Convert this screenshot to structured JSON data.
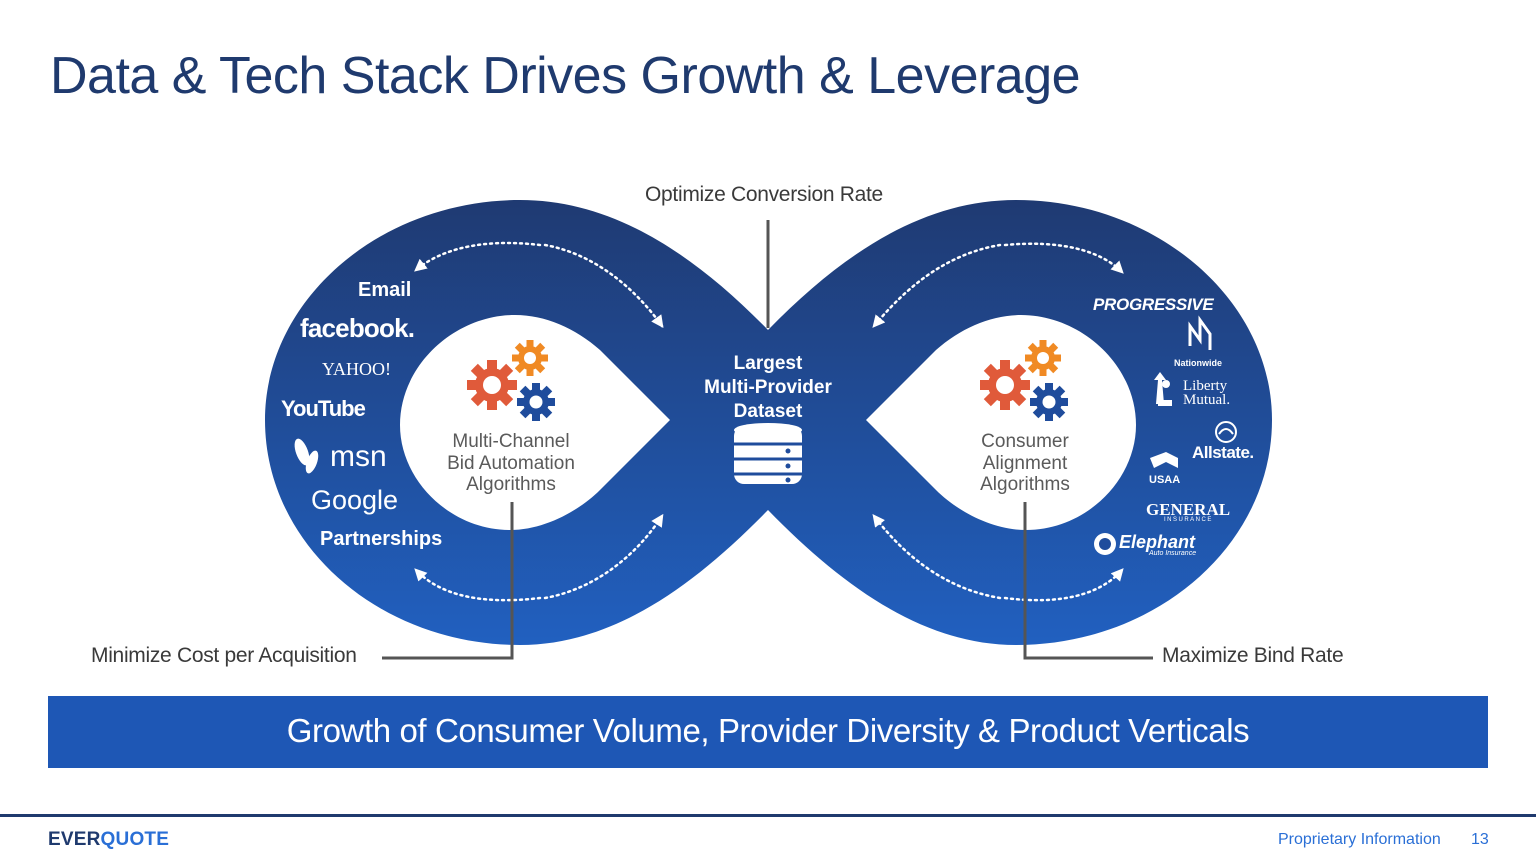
{
  "title": "Data & Tech Stack Drives Growth & Leverage",
  "labels": {
    "top": "Optimize Conversion Rate",
    "bottom_left": "Minimize Cost per Acquisition",
    "bottom_right": "Maximize Bind Rate"
  },
  "center": {
    "title_lines": [
      "Largest",
      "Multi-Provider",
      "Dataset"
    ],
    "icon": "database-icon"
  },
  "left_loop": {
    "algorithm_lines": [
      "Multi-Channel",
      "Bid Automation",
      "Algorithms"
    ],
    "icon": "gears-icon",
    "channels": [
      "Email",
      "facebook.",
      "YAHOO!",
      "YouTube",
      "msn",
      "Google",
      "Partnerships"
    ]
  },
  "right_loop": {
    "algorithm_lines": [
      "Consumer",
      "Alignment",
      "Algorithms"
    ],
    "icon": "gears-icon",
    "providers": [
      "PROGRESSIVE",
      "Nationwide",
      "Liberty Mutual.",
      "Allstate.",
      "USAA",
      "GENERAL",
      "INSURANCE",
      "Elephant",
      "Auto Insurance"
    ]
  },
  "banner": "Growth of Consumer Volume, Provider Diversity & Product Verticals",
  "footer": {
    "brand_part1": "EVER",
    "brand_part2": "QUOTE",
    "note": "Proprietary Information",
    "page": "13"
  },
  "colors": {
    "title": "#1f3a6e",
    "loop_top": "#1f3a72",
    "loop_bottom": "#2160c0",
    "banner": "#1e57b5",
    "gear_red": "#e05a3a",
    "gear_orange": "#f08a24",
    "gear_blue": "#1f4c9c",
    "accent": "#2a6fd6"
  }
}
